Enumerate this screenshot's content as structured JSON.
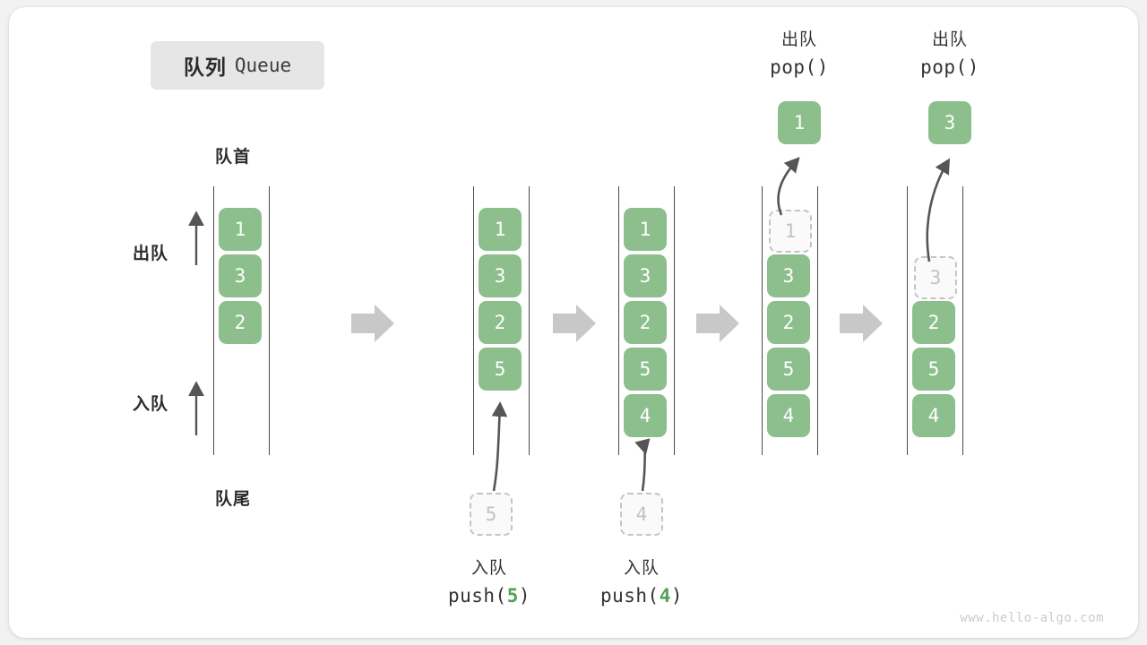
{
  "title": {
    "cn": "队列",
    "en": "Queue"
  },
  "labels": {
    "head": "队首",
    "tail": "队尾",
    "dequeue": "出队",
    "enqueue": "入队"
  },
  "watermark": "www.hello-algo.com",
  "colors": {
    "cell_green": "#8cbf8c",
    "ghost_border": "#c4c4c4",
    "ghost_text": "#c2c2c2",
    "rail": "#4a4a4a",
    "arrow_gray": "#c8c8c8",
    "curve_arrow": "#555555",
    "badge_bg": "#e6e6e6",
    "text_dark": "#2b2b2b",
    "accent_num": "#54a054"
  },
  "operations": [
    {
      "cn": "入队",
      "code_prefix": "push(",
      "code_num": "5",
      "code_suffix": ")"
    },
    {
      "cn": "入队",
      "code_prefix": "push(",
      "code_num": "4",
      "code_suffix": ")"
    },
    {
      "cn": "出队",
      "code_prefix": "pop(",
      "code_num": "",
      "code_suffix": ")"
    },
    {
      "cn": "出队",
      "code_prefix": "pop(",
      "code_num": "",
      "code_suffix": ")"
    }
  ],
  "states": [
    {
      "name": "initial",
      "cells": [
        {
          "value": "1",
          "ghost": false
        },
        {
          "value": "3",
          "ghost": false
        },
        {
          "value": "2",
          "ghost": false
        }
      ],
      "incoming": null,
      "popped": null
    },
    {
      "name": "after-push-5",
      "cells": [
        {
          "value": "1",
          "ghost": false
        },
        {
          "value": "3",
          "ghost": false
        },
        {
          "value": "2",
          "ghost": false
        },
        {
          "value": "5",
          "ghost": false
        }
      ],
      "incoming": {
        "value": "5"
      },
      "popped": null
    },
    {
      "name": "after-push-4",
      "cells": [
        {
          "value": "1",
          "ghost": false
        },
        {
          "value": "3",
          "ghost": false
        },
        {
          "value": "2",
          "ghost": false
        },
        {
          "value": "5",
          "ghost": false
        },
        {
          "value": "4",
          "ghost": false
        }
      ],
      "incoming": {
        "value": "4"
      },
      "popped": null
    },
    {
      "name": "after-pop-1",
      "cells": [
        {
          "value": "1",
          "ghost": true
        },
        {
          "value": "3",
          "ghost": false
        },
        {
          "value": "2",
          "ghost": false
        },
        {
          "value": "5",
          "ghost": false
        },
        {
          "value": "4",
          "ghost": false
        }
      ],
      "incoming": null,
      "popped": {
        "value": "1"
      }
    },
    {
      "name": "after-pop-3",
      "cells": [
        {
          "value": "",
          "ghost": null
        },
        {
          "value": "3",
          "ghost": true
        },
        {
          "value": "2",
          "ghost": false
        },
        {
          "value": "5",
          "ghost": false
        },
        {
          "value": "4",
          "ghost": false
        }
      ],
      "incoming": null,
      "popped": {
        "value": "3"
      }
    }
  ],
  "cell_values": {
    "c0": [
      "1",
      "3",
      "2"
    ],
    "c1": [
      "1",
      "3",
      "2",
      "5"
    ],
    "c2": [
      "1",
      "3",
      "2",
      "5",
      "4"
    ],
    "c3": [
      "1",
      "3",
      "2",
      "5",
      "4"
    ],
    "c4": [
      "3",
      "2",
      "5",
      "4"
    ]
  },
  "popped_values": {
    "p3": "1",
    "p4": "3"
  },
  "incoming_values": {
    "i1": "5",
    "i2": "4"
  }
}
